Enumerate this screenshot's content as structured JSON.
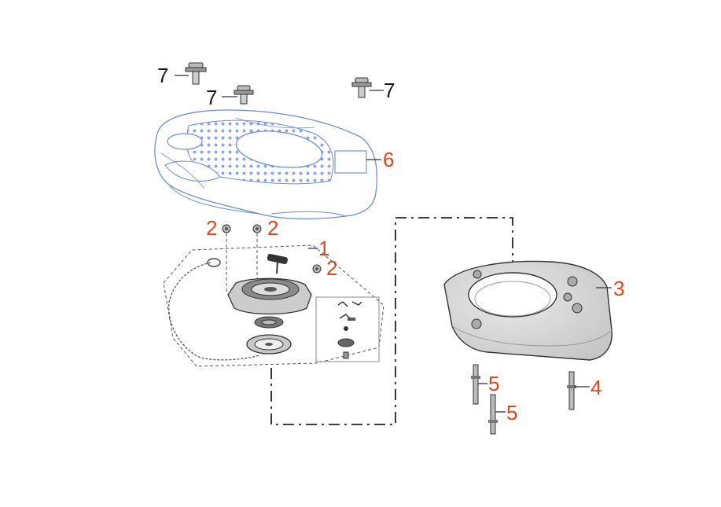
{
  "callouts": {
    "c1": "1",
    "c2a": "2",
    "c2b": "2",
    "c2c": "2",
    "c3": "3",
    "c4": "4",
    "c5a": "5",
    "c5b": "5",
    "c6": "6",
    "c7a": "7",
    "c7b": "7",
    "c7c": "7"
  },
  "colors": {
    "callout_black": "#1a1a1a",
    "callout_red": "#e0461c",
    "cover_line": "#6b8dd6",
    "part_line": "#333333"
  }
}
